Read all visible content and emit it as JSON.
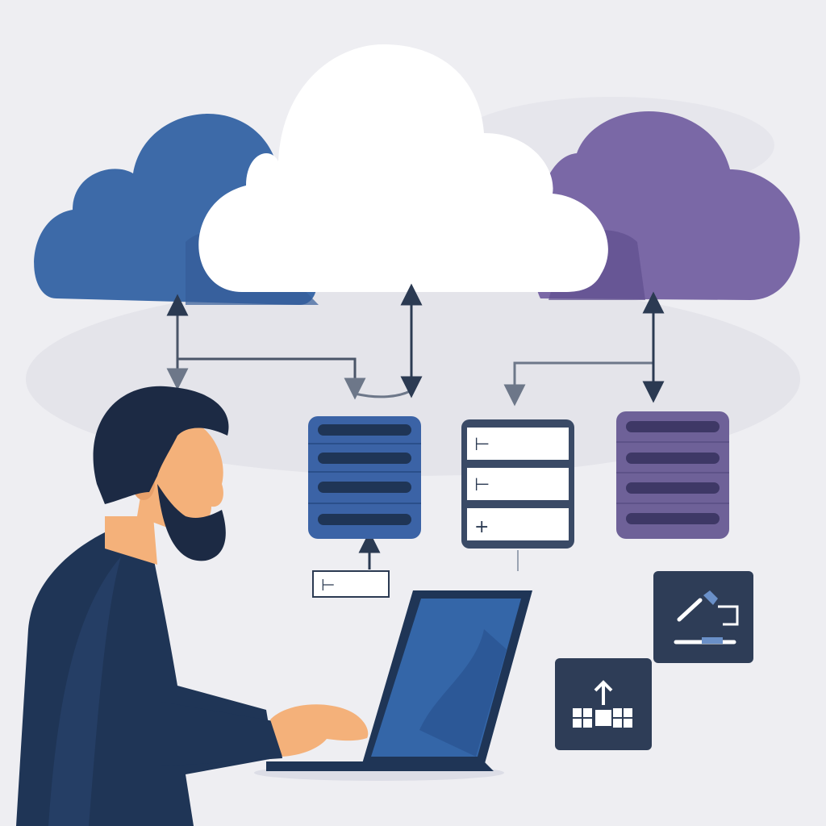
{
  "scene": {
    "kind": "multi-cloud illustration",
    "colors": {
      "background": "#eeeef2",
      "cloud_blue": "#3d6aa8",
      "cloud_white": "#ffffff",
      "cloud_purple": "#7a68a6",
      "server_blue": "#3b63a6",
      "server_purple": "#6e6198",
      "dark_navy": "#1f3556",
      "skin": "#f4b17a",
      "laptop_screen": "#3466a8"
    },
    "clouds": [
      {
        "name": "blue-cloud"
      },
      {
        "name": "white-cloud"
      },
      {
        "name": "purple-cloud"
      }
    ],
    "servers": [
      {
        "name": "server-stack-blue",
        "rows": 4
      },
      {
        "name": "server-stack-white",
        "rows": 3
      },
      {
        "name": "server-stack-purple",
        "rows": 4
      }
    ],
    "icons": [
      "edit-tool-icon",
      "upload-blocks-icon"
    ],
    "labels": {
      "white_rows": [
        "⊢",
        "⊢",
        "+"
      ],
      "small_box": "⊢"
    }
  }
}
